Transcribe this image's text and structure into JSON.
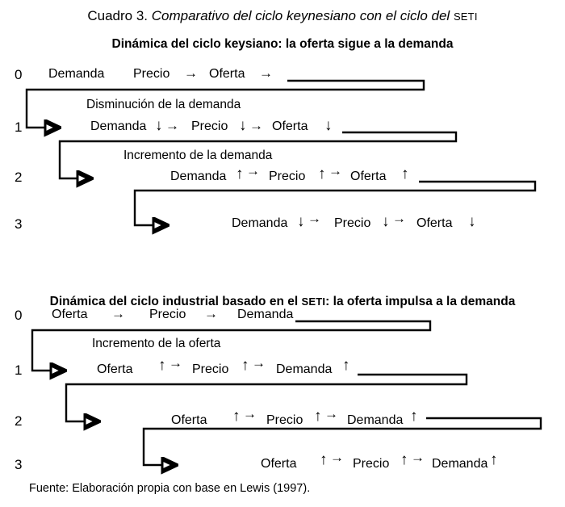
{
  "title": {
    "prefix": "Cuadro 3. ",
    "italic": "Comparativo del ciclo keynesiano con el ciclo del ",
    "smallcaps": "SETI"
  },
  "diagrams": [
    {
      "heading": "Dinámica del ciclo keysiano: la oferta sigue a la demanda",
      "rows": [
        {
          "number": "0",
          "label": "",
          "terms": [
            "Demanda",
            "Precio",
            "Oferta"
          ],
          "markers": [
            "",
            "",
            ""
          ],
          "arrows": [
            "",
            "→",
            "→"
          ]
        },
        {
          "number": "1",
          "label": "Disminución de la demanda",
          "terms": [
            "Demanda",
            "Precio",
            "Oferta"
          ],
          "markers": [
            "↓",
            "↓",
            "↓"
          ],
          "arrows": [
            "→",
            "→",
            ""
          ]
        },
        {
          "number": "2",
          "label": "Incremento de la demanda",
          "terms": [
            "Demanda",
            "Precio",
            "Oferta"
          ],
          "markers": [
            "↑",
            "↑",
            "↑"
          ],
          "arrows": [
            "→",
            "→",
            ""
          ]
        },
        {
          "number": "3",
          "label": "",
          "terms": [
            "Demanda",
            "Precio",
            "Oferta"
          ],
          "markers": [
            "↓",
            "↓",
            "↓"
          ],
          "arrows": [
            "→",
            "→",
            ""
          ]
        }
      ]
    },
    {
      "heading_prefix": "Dinámica del ciclo industrial basado en el ",
      "heading_smallcaps": "SETI",
      "heading_suffix": ": la oferta impulsa a la demanda",
      "rows": [
        {
          "number": "0",
          "label": "",
          "terms": [
            "Oferta",
            "Precio",
            "Demanda"
          ],
          "markers": [
            "",
            "",
            ""
          ],
          "arrows": [
            "→",
            "→",
            ""
          ]
        },
        {
          "number": "1",
          "label": "Incremento de la oferta",
          "terms": [
            "Oferta",
            "Precio",
            "Demanda"
          ],
          "markers": [
            "↑",
            "↑",
            "↑"
          ],
          "arrows": [
            "→",
            "→",
            ""
          ]
        },
        {
          "number": "2",
          "label": "",
          "terms": [
            "Oferta",
            "Precio",
            "Demanda"
          ],
          "markers": [
            "↑",
            "↑",
            "↑"
          ],
          "arrows": [
            "→",
            "→",
            ""
          ]
        },
        {
          "number": "3",
          "label": "",
          "terms": [
            "Oferta",
            "Precio",
            "Demanda"
          ],
          "markers": [
            "↑",
            "↑",
            "↑"
          ],
          "arrows": [
            "→",
            "→",
            ""
          ]
        }
      ]
    }
  ],
  "footer": "Fuente: Elaboración propia con base en Lewis (1997)."
}
